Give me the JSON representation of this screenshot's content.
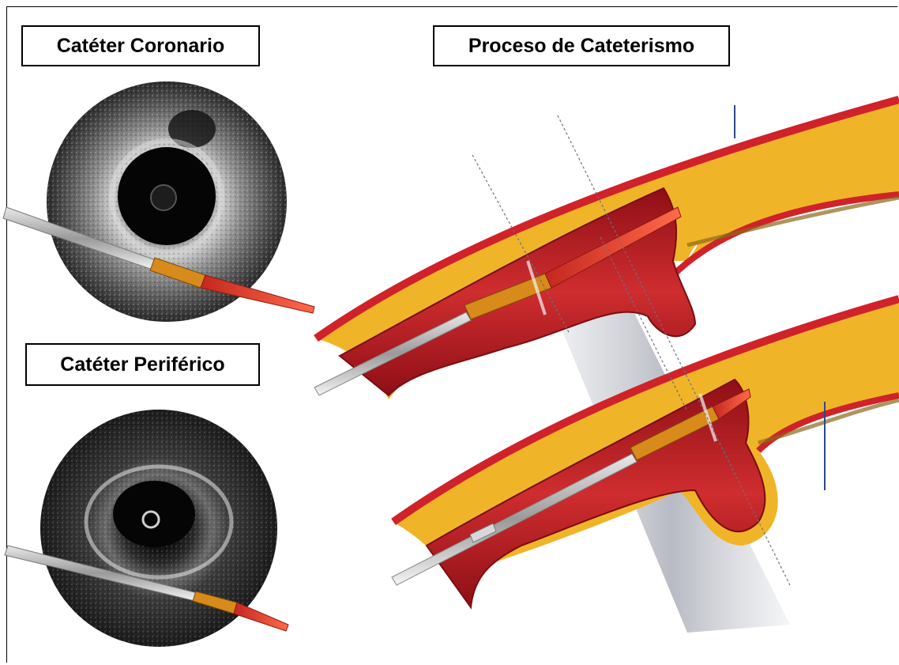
{
  "labels": {
    "coronary_catheter": "Catéter Coronario",
    "catheterization_process": "Proceso de Cateterismo",
    "peripheral_catheter": "Catéter Periférico"
  },
  "colors": {
    "vessel_outer": "#d0222a",
    "plaque": "#f0b429",
    "lumen": "#b3141c",
    "catheter_tip": "#e83a2b",
    "ultrasound_bg": "#0c0c0c"
  }
}
